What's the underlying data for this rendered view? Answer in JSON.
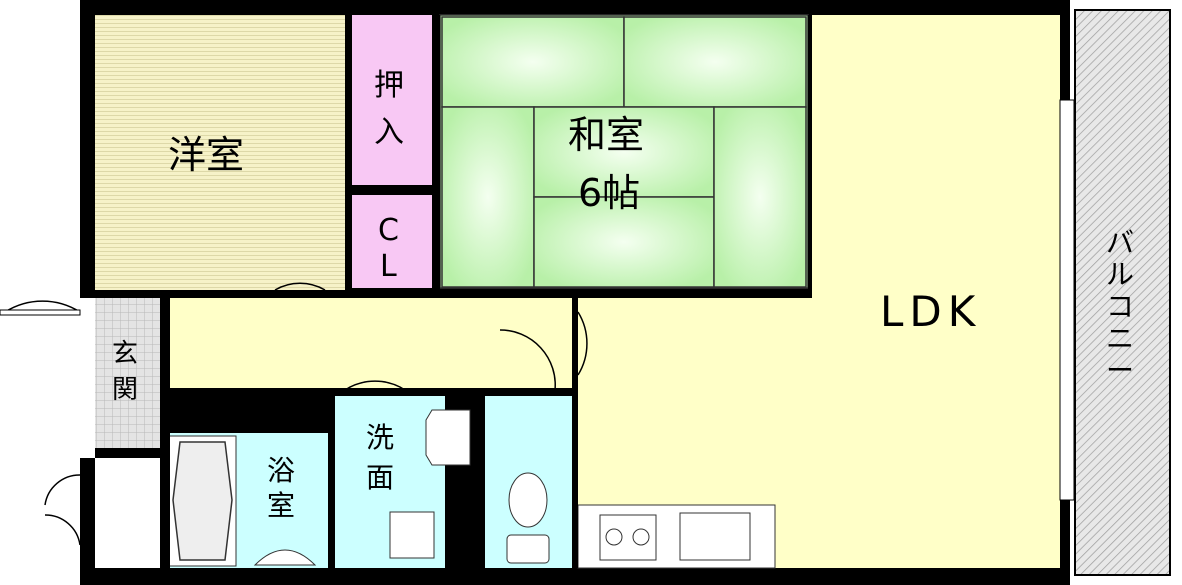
{
  "floorplan": {
    "rooms": {
      "western_room": "洋室",
      "closet_oshiire_1": "押",
      "closet_oshiire_2": "入",
      "cl_1": "C",
      "cl_2": "L",
      "japanese_room": "和室",
      "japanese_room_size": "6帖",
      "ldk": "LDK",
      "entrance_1": "玄",
      "entrance_2": "関",
      "bathroom_1": "浴",
      "bathroom_2": "室",
      "washroom_1": "洗",
      "washroom_2": "面",
      "balcony": [
        "バ",
        "ル",
        "コ",
        "ニ",
        "ー"
      ]
    },
    "colors": {
      "western": "#f6f2c8",
      "closet": "#f8c8f4",
      "tatami": "#b8f0a8",
      "ldk": "#ffffc8",
      "water": "#ccffff",
      "entrance": "#d8d8d8",
      "balcony": "#d0d0d0",
      "wall": "#000000"
    }
  }
}
